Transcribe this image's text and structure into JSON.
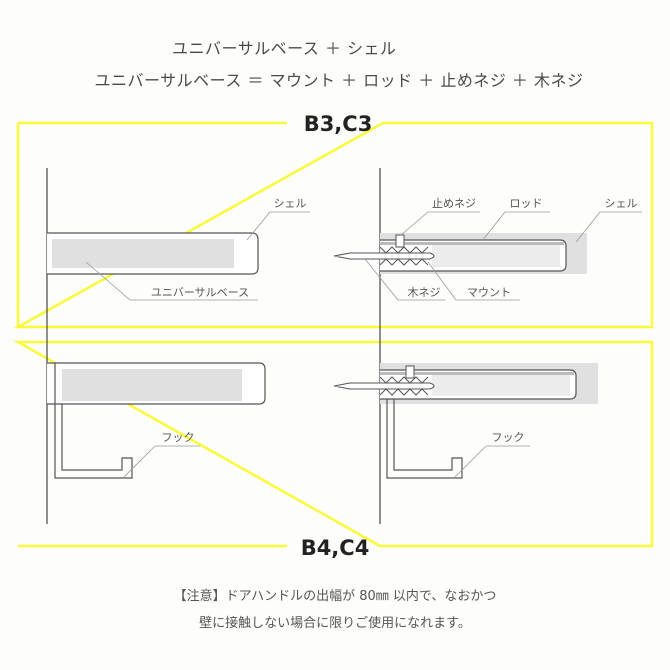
{
  "header": {
    "line1": "ユニバーサルベース ＋ シェル",
    "line2": "ユニバーサルベース ＝ マウント ＋ ロッド ＋ 止めネジ ＋ 木ネジ"
  },
  "sections": {
    "top_label": "B3,C3",
    "bottom_label": "B4,C4"
  },
  "labels": {
    "shell_left": "シェル",
    "universal_base": "ユニバーサルベース",
    "set_screw": "止めネジ",
    "rod": "ロッド",
    "shell_right": "シェル",
    "wood_screw": "木ネジ",
    "mount": "マウント",
    "hook_left": "フック",
    "hook_right": "フック"
  },
  "note": {
    "line1": "【注意】ドアハンドルの出幅が 80㎜ 以内で、なおかつ",
    "line2": "壁に接触しない場合に限りご使用になれます。"
  },
  "colors": {
    "frame": "#fafa38",
    "line": "#555555",
    "fill": "#e0e0e0"
  }
}
